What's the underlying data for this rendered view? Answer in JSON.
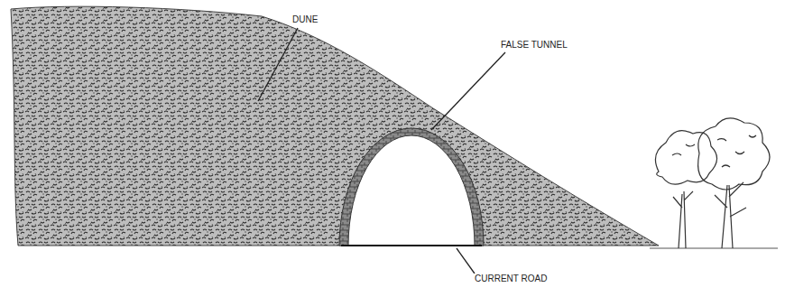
{
  "diagram": {
    "labels": [
      "DUNE",
      "FALSE TUNNEL",
      "CURRENT ROAD"
    ]
  }
}
